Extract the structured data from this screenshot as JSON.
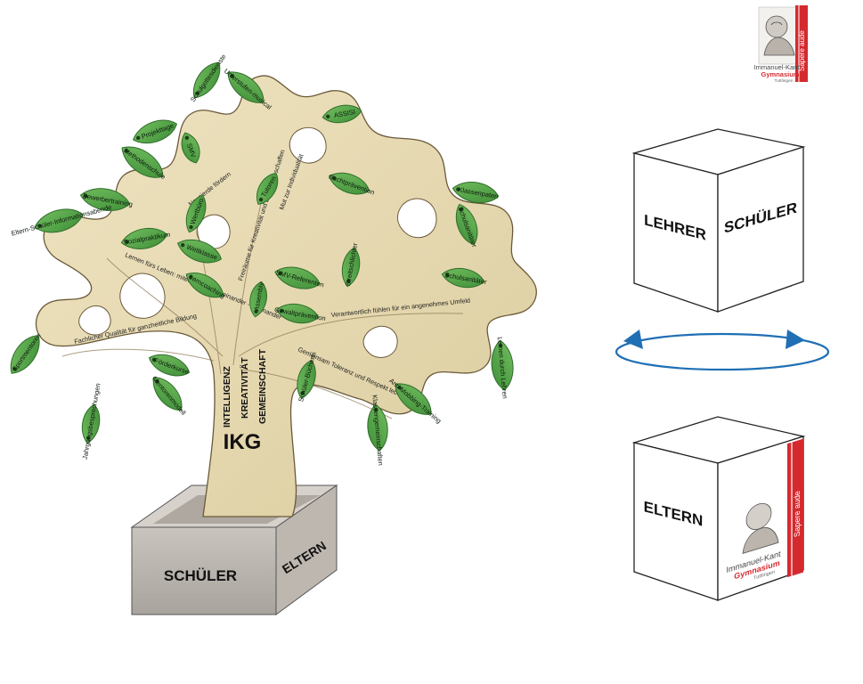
{
  "tree": {
    "trunk_title": "IKG",
    "trunk_values": [
      "INTELLIGENZ",
      "KREATIVITÄT",
      "GEMEINSCHAFT"
    ],
    "leaves": [
      "Schulgottesdienste",
      "Unterstufen-musical",
      "ASSISI",
      "Projekttage",
      "SMV",
      "Methodenschule",
      "Suchtprävention",
      "Klassenpaten",
      "Bewerbertraining",
      "Schulsanitäter",
      "Tutoren",
      "Eltern-Schüler-Informationsabende",
      "Sozialpraktikum",
      "Wertbüro",
      "Weltklasse",
      "Streitschlichter",
      "SMV-Referenten",
      "Schulsanitäter",
      "Lerncoaching",
      "Assembly",
      "Gewaltprävention",
      "Schüler-Bücherei",
      "Förderkurse",
      "Mentorenmodell",
      "Sportmentoren",
      "Jahrgangsbesprechungen",
      "Anti-Mobbing-Training",
      "Klassengemeinschaften",
      "Lernen durch Lehren"
    ],
    "branch_texts": [
      "Neugierde fördern",
      "Freiräume für Kreativität und Entfaltung schaffen",
      "Mut zur Individualität",
      "Lernen fürs Leben: miteinander - voneinander - füreinander",
      "Verantwortlich fühlen für ein angenehmes Umfeld",
      "Fachlicher Qualität für ganzheitliche Bildung",
      "Gemeinsam Toleranz und Respekt leben"
    ],
    "base_front": "SCHÜLER",
    "base_side": "ELTERN"
  },
  "cube_top": {
    "left_face": "LEHRER",
    "right_face": "SCHÜLER"
  },
  "cube_bottom": {
    "left_face": "ELTERN"
  },
  "logo": {
    "line1": "Immanuel-Kant",
    "line2": "Gymnasium",
    "line3": "Tuttlingen",
    "motto": "Sapere aude"
  },
  "colors": {
    "leaf": "#5aa84a",
    "leaf_dark": "#2f6e2a",
    "wood": "#e9dcb6",
    "wood_line": "#6b5a3a",
    "arrow": "#1f6fb5",
    "logo_red": "#d42a2f",
    "stone": "#b9b4ae"
  }
}
